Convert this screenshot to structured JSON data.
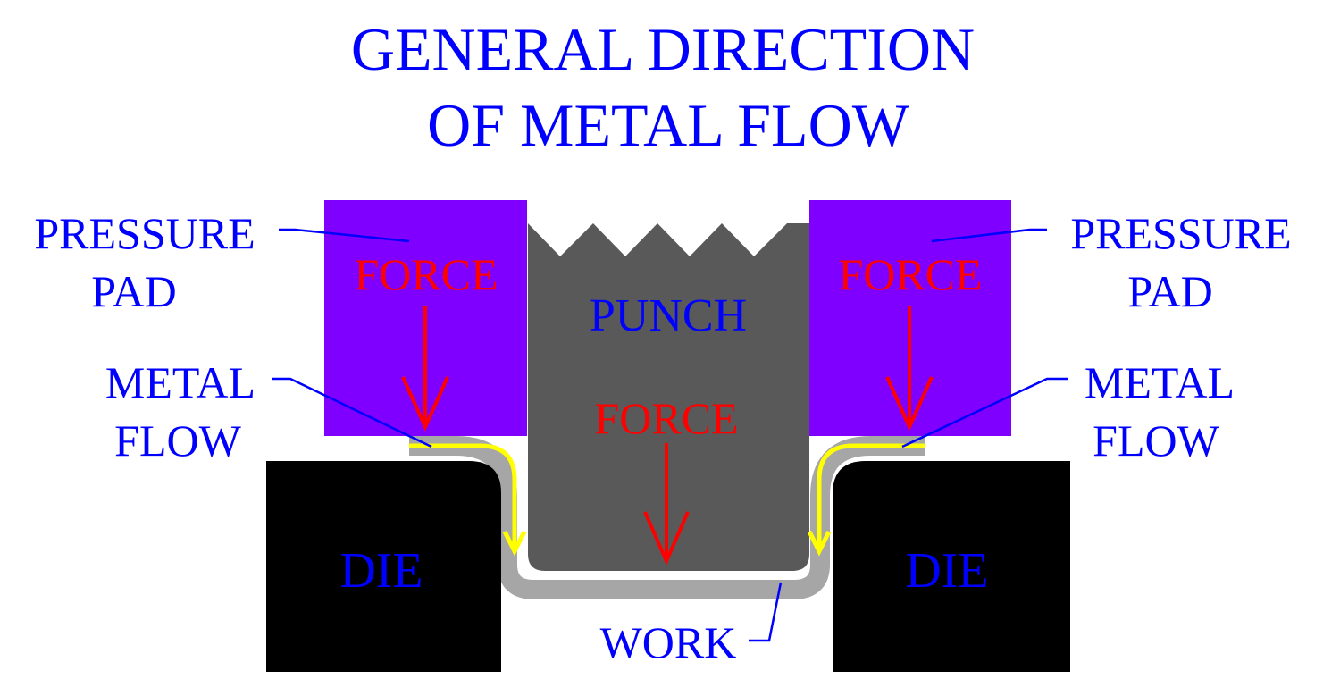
{
  "title": {
    "line1": "GENERAL DIRECTION",
    "line2": "OF METAL FLOW"
  },
  "labels": {
    "pressure_pad_left": [
      "PRESSURE",
      "PAD"
    ],
    "pressure_pad_right": [
      "PRESSURE",
      "PAD"
    ],
    "metal_flow_left": [
      "METAL",
      "FLOW"
    ],
    "metal_flow_right": [
      "METAL",
      "FLOW"
    ],
    "work": "WORK",
    "punch": "PUNCH",
    "die_left": "DIE",
    "die_right": "DIE",
    "force_pad_left": "FORCE",
    "force_pad_right": "FORCE",
    "force_punch": "FORCE"
  },
  "colors": {
    "label_text": "#0000ff",
    "force_text": "#ff0000",
    "pressure_pad": "#7f00ff",
    "punch": "#595959",
    "die": "#000000",
    "work": "#a6a6a6",
    "metal_flow": "#ffff00",
    "leader_line": "#0000ff",
    "force_arrow": "#ff0000"
  }
}
